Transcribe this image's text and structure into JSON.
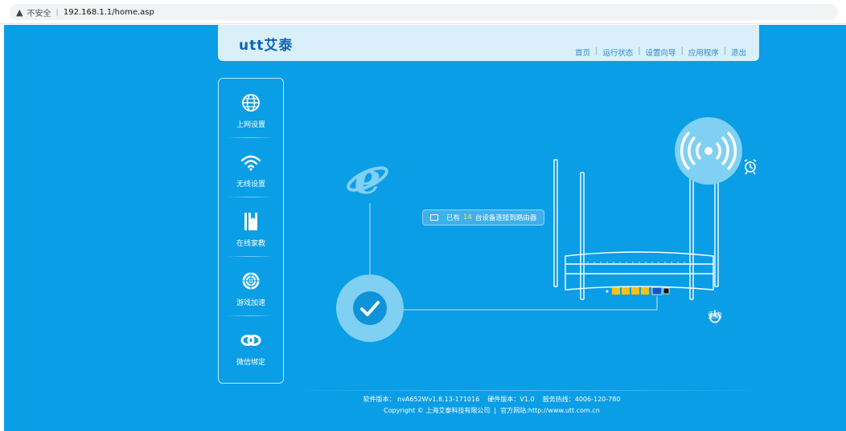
{
  "browser": {
    "security_label": "不安全",
    "url": "192.168.1.1/home.asp"
  },
  "header": {
    "logo": "utt艾泰",
    "nav": [
      {
        "label": "首页"
      },
      {
        "label": "运行状态"
      },
      {
        "label": "设置向导"
      },
      {
        "label": "应用程序"
      },
      {
        "label": "退出"
      }
    ]
  },
  "sidebar": {
    "items": [
      {
        "label": "上网设置",
        "icon": "globe-icon"
      },
      {
        "label": "无线设置",
        "icon": "wifi-icon"
      },
      {
        "label": "在线家教",
        "icon": "book-icon"
      },
      {
        "label": "游戏加速",
        "icon": "target-icon"
      },
      {
        "label": "微信绑定",
        "icon": "link-icon"
      }
    ]
  },
  "status": {
    "prefix": "已有",
    "device_count": "14",
    "suffix": "台设备连接到路由器"
  },
  "reboot": {
    "label": "重启"
  },
  "footer": {
    "software_label": "软件版本：",
    "software_version": "nvA652Wv1.8.13-171016",
    "hardware_label": "硬件版本：",
    "hardware_version": "V1.0",
    "hotline_label": "服务热线：",
    "hotline": "4006-120-780",
    "copyright": "Copyright © 上海艾泰科技有限公司",
    "site_label": "官方网站:",
    "site_url": "http://www.utt.com.cn"
  },
  "colors": {
    "page_bg": "#0a9ee6",
    "header_bg": "#d9f0fb",
    "circle_fill": "#7fd0f3",
    "port_yellow": "#f7c21a",
    "port_blue": "#1455c9",
    "highlight": "#ffe44d"
  }
}
